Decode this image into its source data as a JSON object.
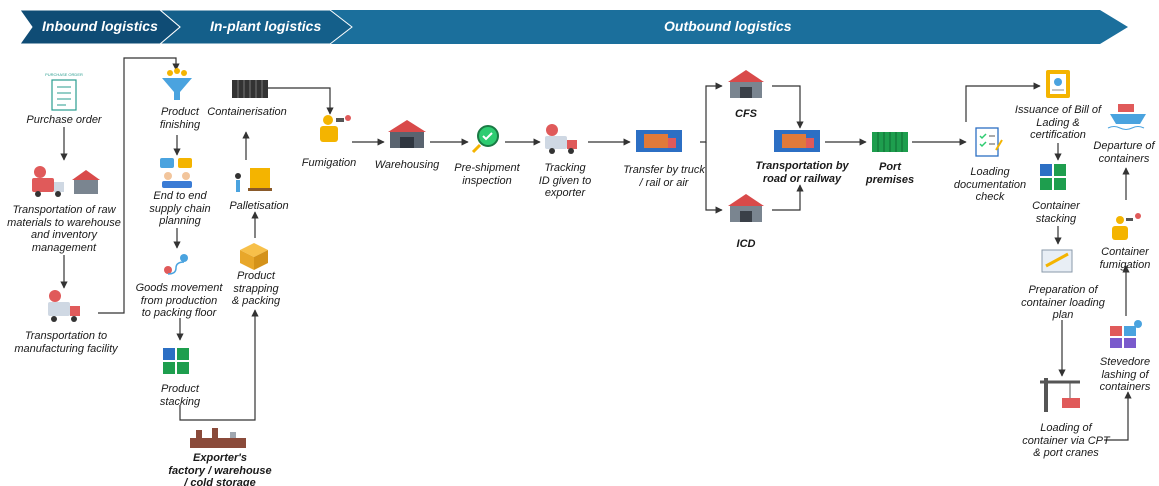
{
  "header": {
    "phases": [
      "Inbound logistics",
      "In-plant logistics",
      "Outbound logistics"
    ]
  },
  "colors": {
    "banner_dark": "#0f4c75",
    "banner_light": "#1b6f9c",
    "arrow": "#333333",
    "truck_red": "#e05a5a",
    "container_green": "#1e9e4e",
    "container_blue": "#2c6fc4",
    "warehouse_red": "#d94a4a"
  },
  "inbound": {
    "purchase_order": "Purchase order",
    "po_doc_title": "PURCHASE ORDER",
    "raw_materials": "Transportation of raw\nmaterials to warehouse\nand inventory\nmanagement",
    "to_manufacturing": "Transportation to\nmanufacturing facility"
  },
  "inplant": {
    "finishing": "Product\nfinishing",
    "scm": "End to end\nsupply chain\nplanning",
    "goods_movement": "Goods movement\nfrom production\nto packing floor",
    "stacking": "Product\nstacking",
    "exporter": "Exporter's\nfactory / warehouse\n/ cold storage",
    "strapping": "Product\nstrapping\n& packing",
    "palletisation": "Palletisation",
    "containerisation": "Containerisation"
  },
  "outbound": {
    "fumigation": "Fumigation",
    "warehousing": "Warehousing",
    "inspection": "Pre-shipment\ninspection",
    "tracking": "Tracking\nID given to\nexporter",
    "transfer": "Transfer by truck\n/ rail or air",
    "cfs": "CFS",
    "icd": "ICD",
    "road_rail": "Transportation by\nroad or railway",
    "port": "Port\npremises",
    "loading_doc": "Loading\ndocumentation\ncheck",
    "bill_of_lading": "Issuance of Bill of\nLading &\ncertification",
    "container_stacking": "Container\nstacking",
    "loading_plan": "Preparation of\ncontainer loading\nplan",
    "crane_loading": "Loading of\ncontainer via CPT\n& port cranes",
    "stevedore": "Stevedore\nlashing of\ncontainers",
    "container_fumigation": "Container\nfumigation",
    "departure": "Departure of\ncontainers"
  }
}
